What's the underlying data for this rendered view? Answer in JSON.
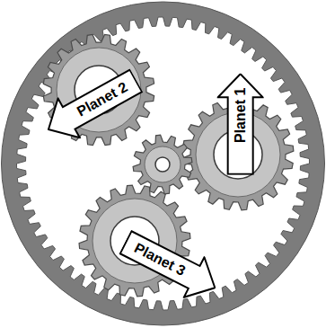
{
  "diagram": {
    "nodes": [
      {
        "text": [
          "Planet 1"
        ]
      },
      {
        "text": [
          "Planet 2"
        ]
      },
      {
        "text": [
          "Planet 3"
        ]
      }
    ]
  }
}
